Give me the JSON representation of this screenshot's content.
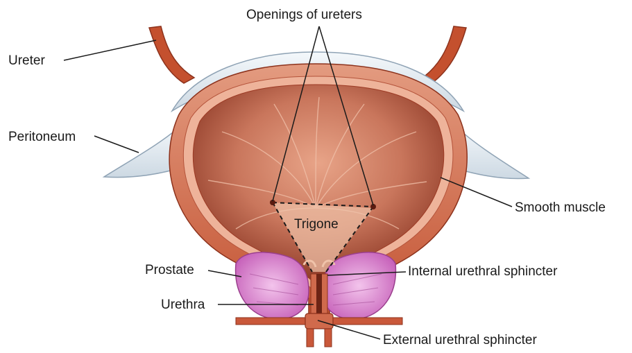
{
  "labels": {
    "openings_of_ureters": "Openings of ureters",
    "ureter": "Ureter",
    "peritoneum": "Peritoneum",
    "smooth_muscle": "Smooth muscle",
    "trigone": "Trigone",
    "prostate": "Prostate",
    "internal_urethral_sphincter": "Internal urethral sphincter",
    "urethra": "Urethra",
    "external_urethral_sphincter": "External urethral sphincter"
  },
  "colors": {
    "muscle_wall": "#c8583a",
    "muscle_dark": "#9c3a24",
    "inner_cavity": "#b9614a",
    "mucosa_light": "#e9a98e",
    "peritoneum": "#dfe8ef",
    "peritoneum_edge": "#8fa3b5",
    "prostate": "#d477c8",
    "prostate_light": "#f0b8e6",
    "leader_line": "#1a1a1a"
  }
}
